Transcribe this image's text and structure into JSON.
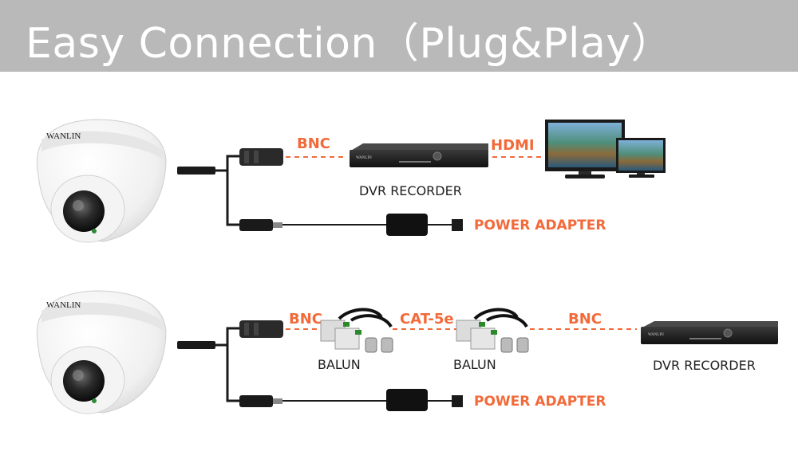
{
  "header": {
    "title": "Easy Connection（Plug&Play）"
  },
  "colors": {
    "header_bg": "#b9b9b9",
    "label_orange": "#f26a3a",
    "text_dark": "#1f1f1f"
  },
  "camera_brand": "WANLIN",
  "row1": {
    "bnc_label": "BNC",
    "hdmi_label": "HDMI",
    "dvr_label": "DVR RECORDER",
    "power_label": "POWER ADAPTER"
  },
  "row2": {
    "bnc_label_1": "BNC",
    "cat_label": "CAT-5e",
    "bnc_label_2": "BNC",
    "balun_label_1": "BALUN",
    "balun_label_2": "BALUN",
    "dvr_label": "DVR RECORDER",
    "power_label": "POWER ADAPTER"
  }
}
